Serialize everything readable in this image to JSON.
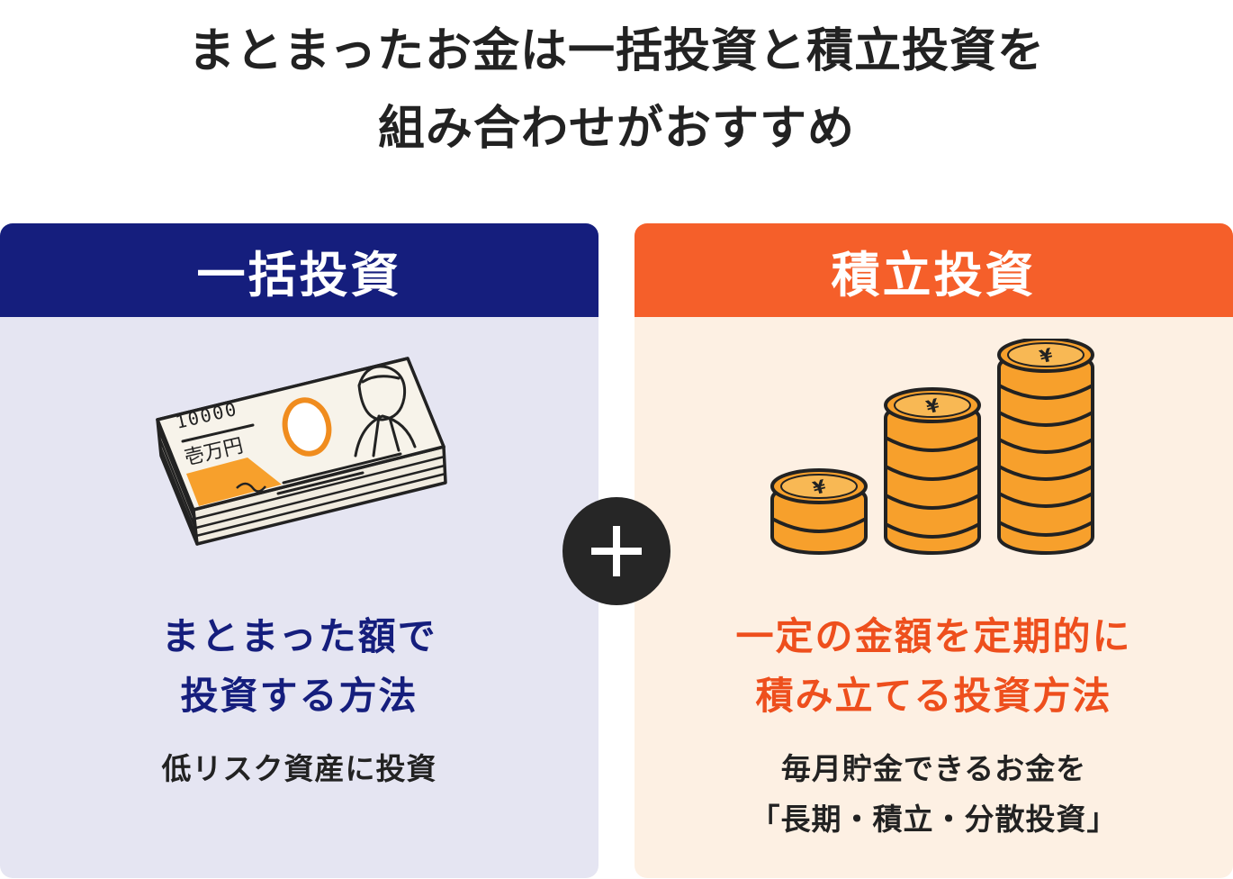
{
  "title": {
    "line1": "まとまったお金は一括投資と積立投資を",
    "line2": "組み合わせがおすすめ"
  },
  "lump_sum": {
    "header": "一括投資",
    "headline_line1": "まとまった額で",
    "headline_line2": "投資する方法",
    "sub_line1": "低リスク資産に投資",
    "banknote_number": "10000",
    "banknote_text": "壱万円",
    "color": "#151e7d"
  },
  "accumulation": {
    "header": "積立投資",
    "headline_line1": "一定の金額を定期的に",
    "headline_line2": "積み立てる投資方法",
    "sub_line1": "毎月貯金できるお金を",
    "sub_line2": "「長期・積立・分散投資」",
    "coin_symbol": "¥",
    "color": "#f55f2a"
  },
  "connector": {
    "icon": "plus-icon"
  }
}
